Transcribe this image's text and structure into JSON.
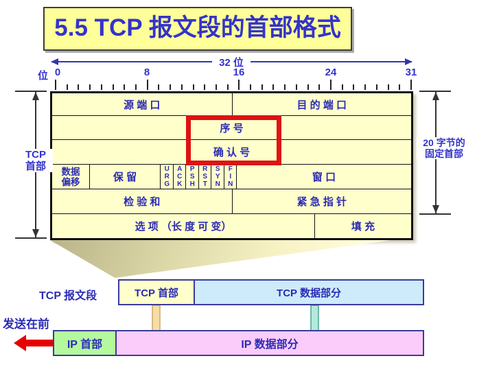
{
  "slide": {
    "title": "5.5 TCP 报文段的首部格式"
  },
  "ruler": {
    "unit_label": "位",
    "width_label": "32 位",
    "ticks": [
      "0",
      "8",
      "16",
      "24",
      "31"
    ]
  },
  "measures": {
    "left_line1": "TCP",
    "left_line2": "首部",
    "right_line1": "20 字节的",
    "right_line2": "固定首部"
  },
  "header": {
    "source_port": "源 端 口",
    "dest_port": "目 的 端 口",
    "seq": "序 号",
    "ack": "确 认 号",
    "offset_line1": "数据",
    "offset_line2": "偏移",
    "reserved": "保 留",
    "flags": [
      "URG",
      "ACK",
      "PSH",
      "RST",
      "SYN",
      "FIN"
    ],
    "window": "窗 口",
    "checksum": "检 验 和",
    "urgent": "紧 急 指 针",
    "options": "选 项 （长 度 可 变）",
    "padding": "填 充"
  },
  "segment": {
    "label": "TCP 报文段",
    "header": "TCP 首部",
    "data": "TCP 数据部分"
  },
  "ip": {
    "send_label": "发送在前",
    "header": "IP 首部",
    "data": "IP 数据部分"
  },
  "colors": {
    "title_bg": "#FFFF99",
    "cell_bg": "#FFFFCC",
    "text_blue": "#2B2BB4",
    "label_blue": "#3333CC",
    "highlight_red": "#DE1212",
    "tcp_data_bg": "#CDEBFA",
    "ip_header_bg": "#B5F99E",
    "ip_data_bg": "#FBCCFA",
    "box_border": "#3A3A99",
    "send_arrow_red": "#E60000",
    "down_arrow_tan": "#F6DDA4",
    "down_arrow_teal": "#B5E9DB"
  }
}
